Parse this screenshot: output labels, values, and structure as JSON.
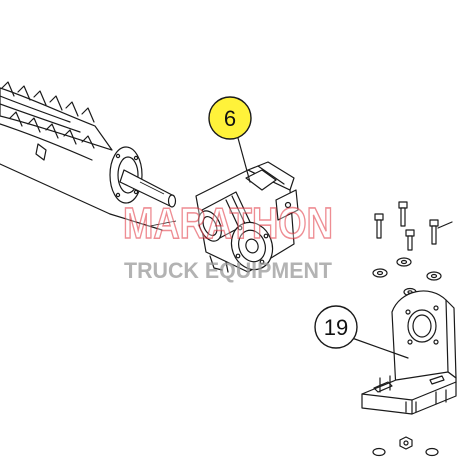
{
  "callouts": [
    {
      "label": "6",
      "highlight": "#fff23a"
    },
    {
      "label": "19",
      "highlight": "#ffffff"
    }
  ],
  "watermark": {
    "brand": "MARATHON",
    "tagline": "TRUCK EQUIPMENT",
    "brand_color": "#e0303a",
    "tagline_color": "#9a9a9a"
  }
}
